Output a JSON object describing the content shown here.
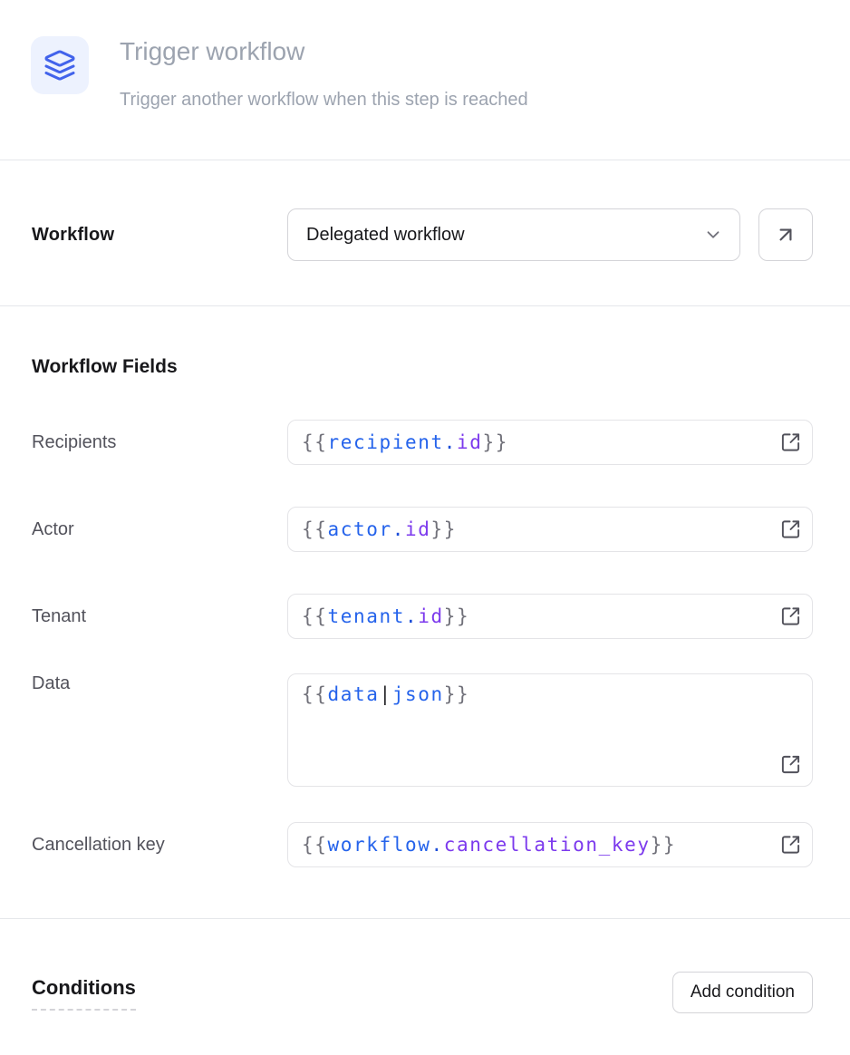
{
  "colors": {
    "accent_blue": "#4263eb",
    "icon_bg": "#edf2fe",
    "muted_text": "#9ca3af",
    "token_brace": "#71717a",
    "token_variable": "#2563eb",
    "token_property": "#7c3aed"
  },
  "header": {
    "icon": "layers-icon",
    "title": "Trigger workflow",
    "subtitle": "Trigger another workflow when this step is reached"
  },
  "workflow": {
    "label": "Workflow",
    "selected_option": "Delegated workflow",
    "open_workflow_icon": "arrow-up-right-icon"
  },
  "workflow_fields": {
    "heading": "Workflow Fields",
    "fields": [
      {
        "label": "Recipients",
        "value_text": "{{ recipient.id }}",
        "tokens": [
          {
            "t": "brace",
            "s": "{{ "
          },
          {
            "t": "variable",
            "s": "recipient"
          },
          {
            "t": "dot",
            "s": "."
          },
          {
            "t": "property",
            "s": "id"
          },
          {
            "t": "brace",
            "s": " }}"
          }
        ]
      },
      {
        "label": "Actor",
        "value_text": "{{ actor.id }}",
        "tokens": [
          {
            "t": "brace",
            "s": "{{ "
          },
          {
            "t": "variable",
            "s": "actor"
          },
          {
            "t": "dot",
            "s": "."
          },
          {
            "t": "property",
            "s": "id"
          },
          {
            "t": "brace",
            "s": " }}"
          }
        ]
      },
      {
        "label": "Tenant",
        "value_text": "{{ tenant.id }}",
        "tokens": [
          {
            "t": "brace",
            "s": "{{ "
          },
          {
            "t": "variable",
            "s": "tenant"
          },
          {
            "t": "dot",
            "s": "."
          },
          {
            "t": "property",
            "s": "id"
          },
          {
            "t": "brace",
            "s": " }}"
          }
        ]
      },
      {
        "label": "Data",
        "value_text": "{{ data | json }}",
        "tokens": [
          {
            "t": "brace",
            "s": "{{ "
          },
          {
            "t": "variable",
            "s": "data"
          },
          {
            "t": "plain",
            "s": " "
          },
          {
            "t": "pipe",
            "s": "|"
          },
          {
            "t": "plain",
            "s": " "
          },
          {
            "t": "variable",
            "s": "json"
          },
          {
            "t": "brace",
            "s": " }}"
          }
        ]
      },
      {
        "label": "Cancellation key",
        "value_text": "{{ workflow.cancellation_key }}",
        "tokens": [
          {
            "t": "brace",
            "s": "{{ "
          },
          {
            "t": "variable",
            "s": "workflow"
          },
          {
            "t": "dot",
            "s": "."
          },
          {
            "t": "property",
            "s": "cancellation_key"
          },
          {
            "t": "brace",
            "s": " }}"
          }
        ]
      }
    ]
  },
  "conditions": {
    "heading": "Conditions",
    "add_button": "Add condition"
  }
}
